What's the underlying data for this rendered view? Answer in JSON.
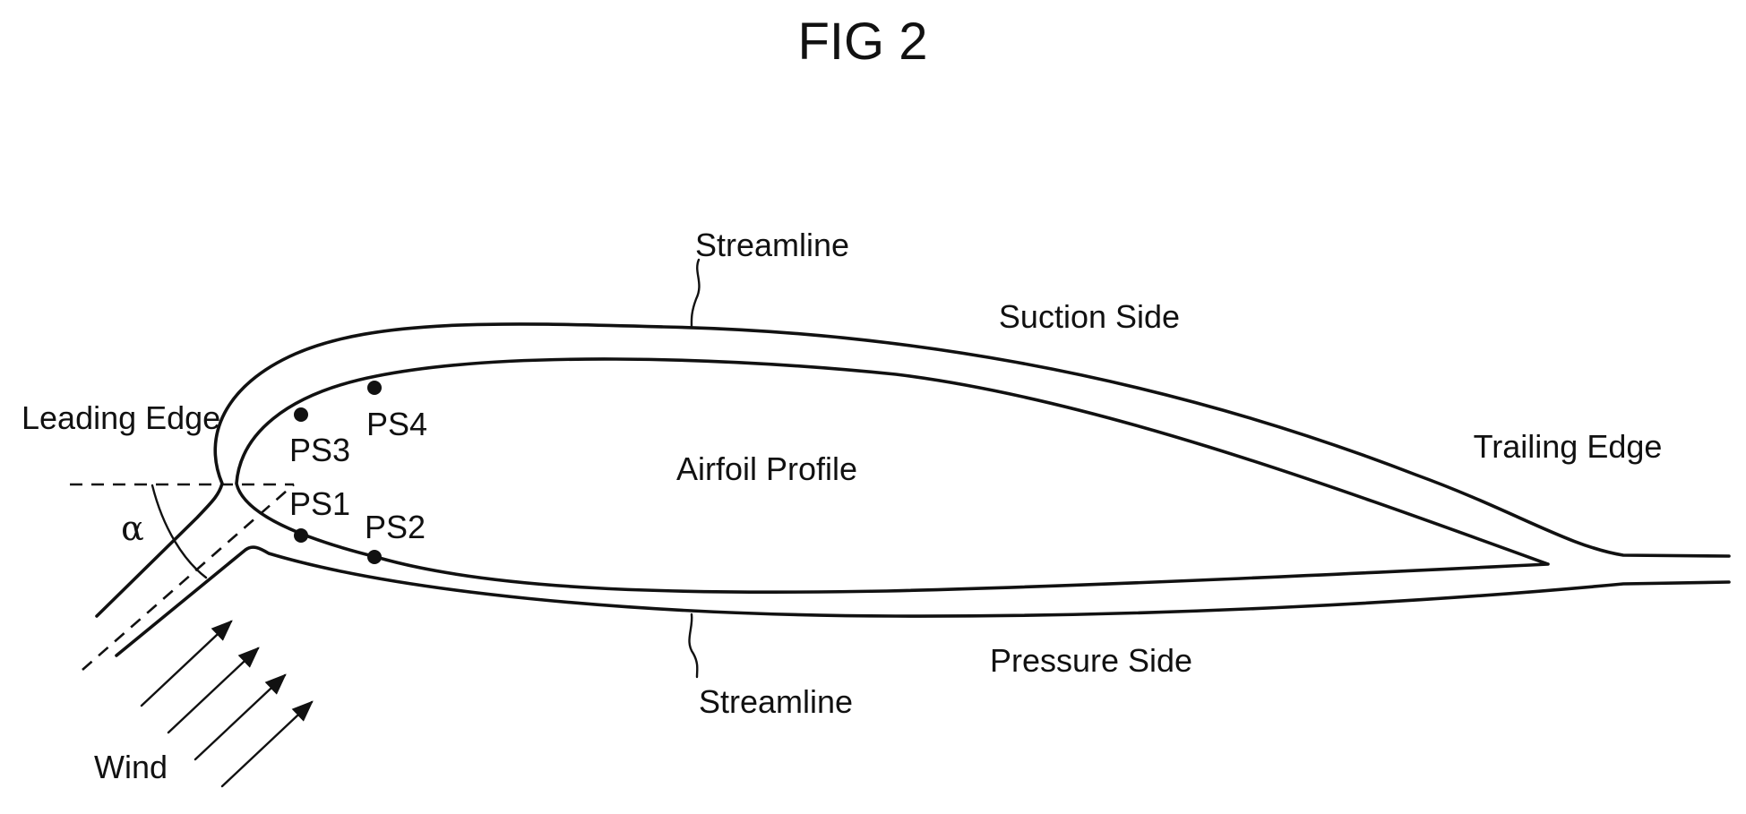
{
  "figure": {
    "title": "FIG 2",
    "labels": {
      "streamline_top": "Streamline",
      "suction_side": "Suction Side",
      "leading_edge": "Leading Edge",
      "trailing_edge": "Trailing Edge",
      "airfoil_profile": "Airfoil Profile",
      "streamline_bottom": "Streamline",
      "pressure_side": "Pressure Side",
      "wind": "Wind",
      "angle": "α"
    },
    "pressure_sensors": [
      "PS1",
      "PS2",
      "PS3",
      "PS4"
    ]
  }
}
